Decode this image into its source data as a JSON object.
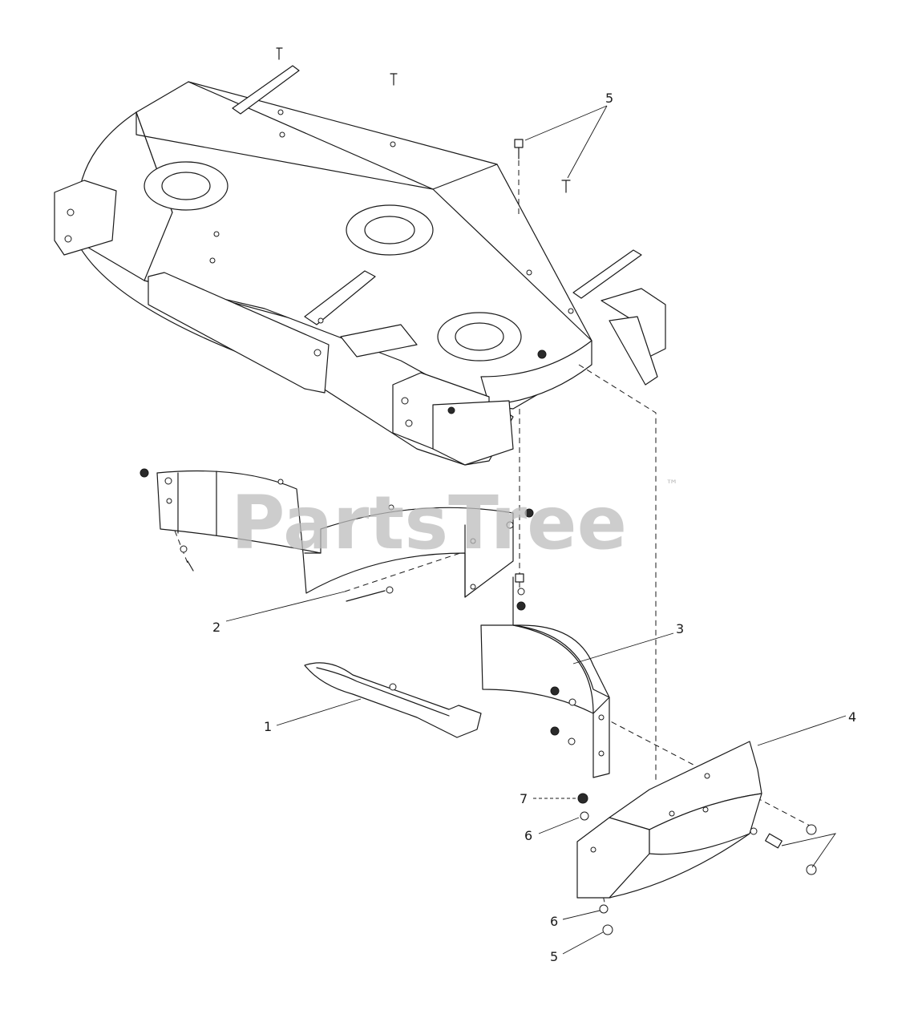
{
  "watermark": {
    "text": "PartsTree",
    "trademark": "™"
  },
  "callouts": {
    "c1": "1",
    "c2": "2",
    "c3": "3",
    "c4": "4",
    "c5_top": "5",
    "c5_bottom": "5",
    "c6_upper": "6",
    "c6_lower": "6",
    "c7": "7"
  }
}
